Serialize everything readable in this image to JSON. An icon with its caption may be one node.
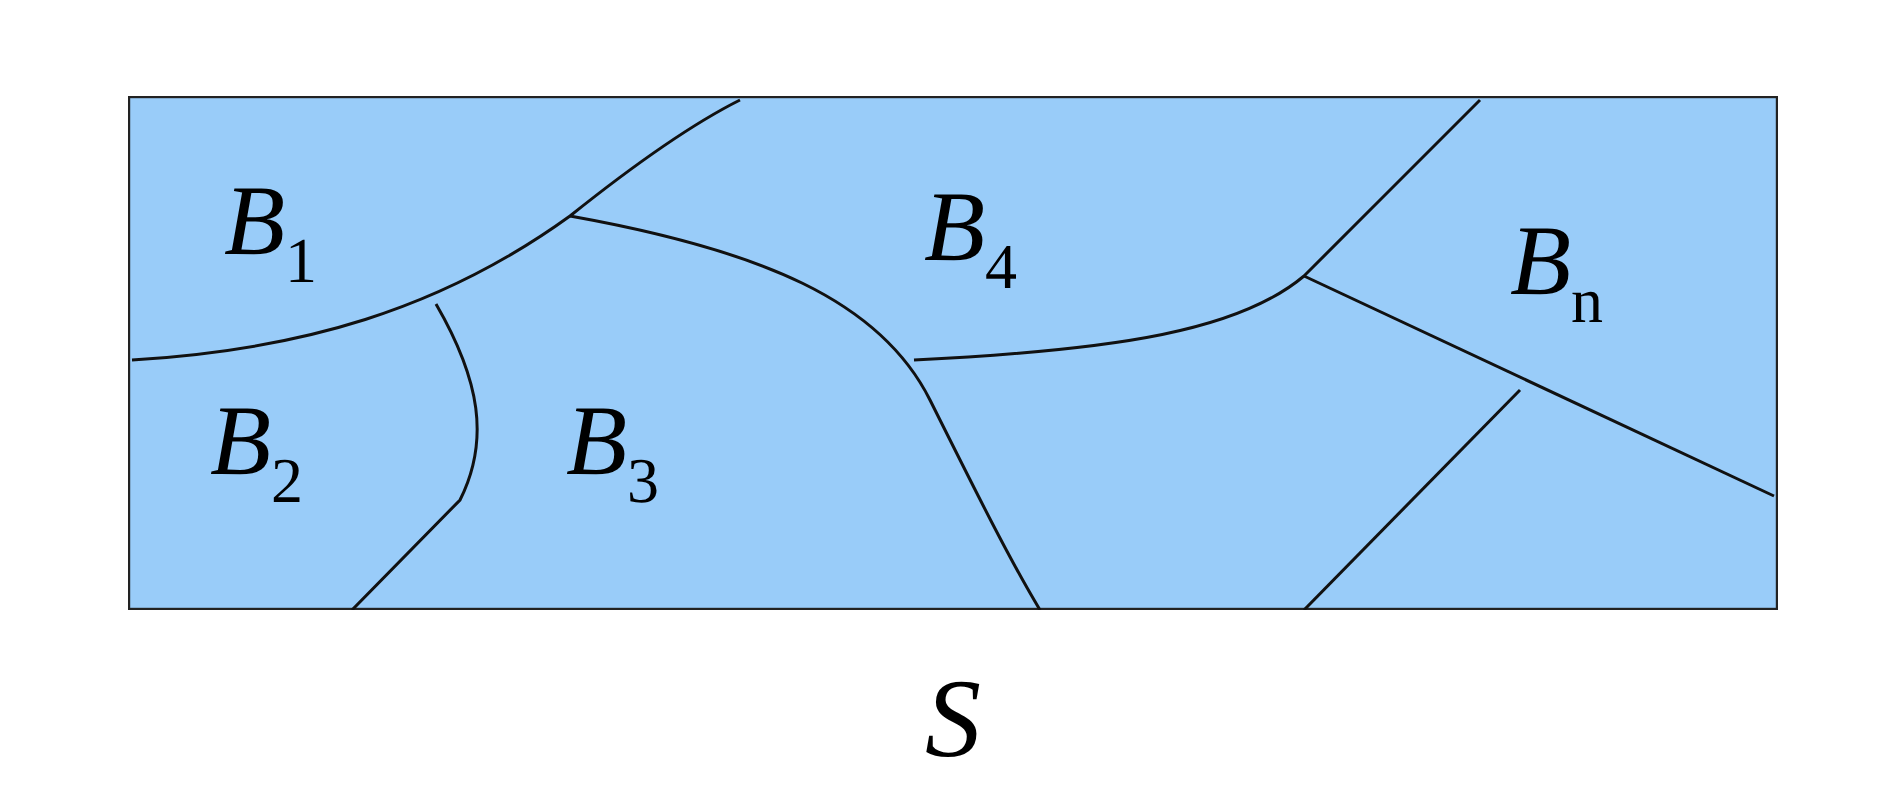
{
  "diagram": {
    "nodes": [
      {
        "text": [
          "S"
        ]
      }
    ],
    "labels": [
      "*B*$_{1}$",
      "*B*$_{2}$",
      "*B*$_{3}$",
      "*B*$_{4}$",
      "*B*$_{n}$"
    ]
  }
}
